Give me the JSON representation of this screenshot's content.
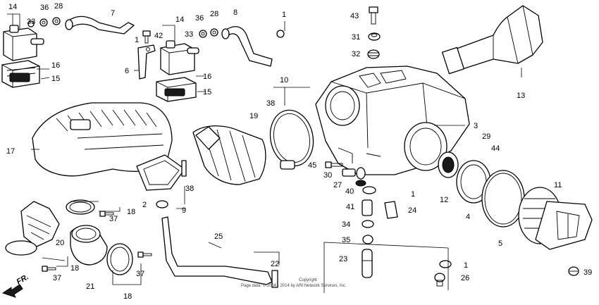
{
  "diagram": {
    "labels": [
      "14",
      "33",
      "36",
      "28",
      "7",
      "14",
      "33",
      "36",
      "28",
      "8",
      "1",
      "43",
      "31",
      "32",
      "42",
      "1",
      "6",
      "16",
      "15",
      "16",
      "15",
      "13",
      "10",
      "38",
      "19",
      "3",
      "29",
      "44",
      "17",
      "45",
      "30",
      "27",
      "40",
      "1",
      "11",
      "12",
      "4",
      "41",
      "24",
      "5",
      "38",
      "9",
      "2",
      "18",
      "37",
      "34",
      "35",
      "23",
      "25",
      "20",
      "18",
      "37",
      "21",
      "37",
      "18",
      "22",
      "1",
      "26",
      "39"
    ],
    "copyright": [
      "Copyright",
      "Page data: © 2004 - 2014 by ARI Network Services, Inc."
    ],
    "direction": "FR."
  }
}
